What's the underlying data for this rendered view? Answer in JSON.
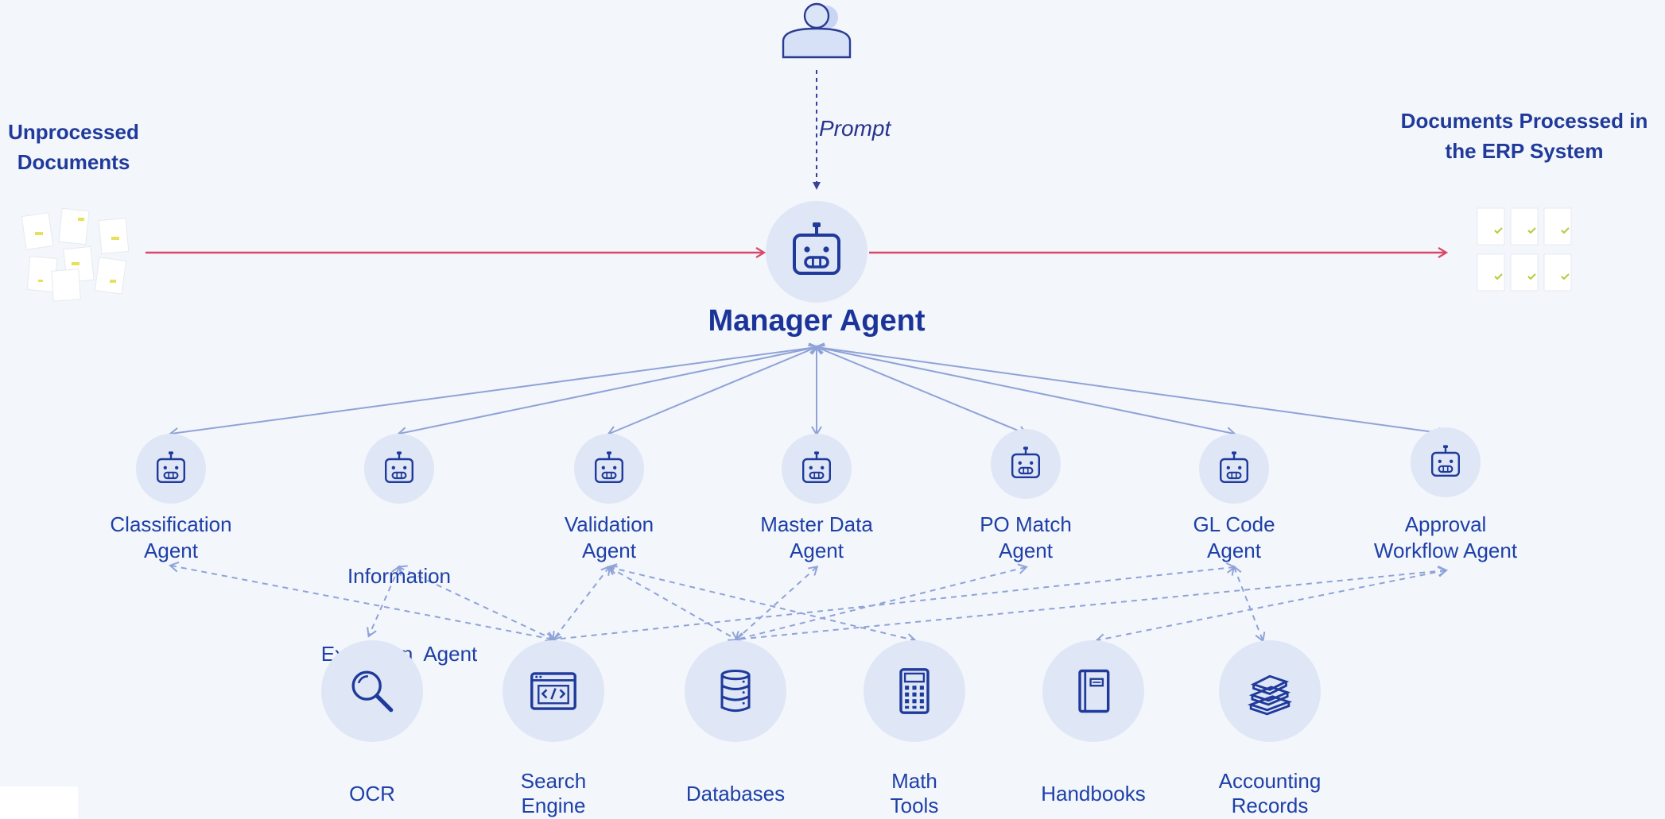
{
  "left_label": [
    "Unprocessed",
    "Documents"
  ],
  "right_label": [
    "Documents Processed in",
    "the ERP System"
  ],
  "prompt_label": "Prompt",
  "manager_label": "Manager Agent",
  "agents": [
    {
      "line1": "Classification",
      "line2": "Agent"
    },
    {
      "line1": "Information",
      "line2": "Extraction  Agent"
    },
    {
      "line1": "Validation",
      "line2": "Agent"
    },
    {
      "line1": "Master Data",
      "line2": "Agent"
    },
    {
      "line1": "PO Match",
      "line2": "Agent"
    },
    {
      "line1": "GL Code",
      "line2": "Agent"
    },
    {
      "line1": "Approval",
      "line2": "Workflow Agent"
    }
  ],
  "tools": [
    {
      "line1": "OCR",
      "line2": ""
    },
    {
      "line1": "Search",
      "line2": "Engine"
    },
    {
      "line1": "Databases",
      "line2": ""
    },
    {
      "line1": "Math",
      "line2": "Tools"
    },
    {
      "line1": "Handbooks",
      "line2": ""
    },
    {
      "line1": "Accounting",
      "line2": "Records"
    }
  ],
  "colors": {
    "flow_arrow": "#d9486a",
    "connector": "#8fa3d8",
    "text_primary": "#1e40a8",
    "circle_fill": "#dfe6f6"
  },
  "icons": {
    "user": "user-icon",
    "manager": "robot-icon",
    "agents": "robot-icon",
    "tools": [
      "magnifier-icon",
      "code-window-icon",
      "database-icon",
      "calculator-icon",
      "handbook-icon",
      "book-stack-icon"
    ]
  }
}
